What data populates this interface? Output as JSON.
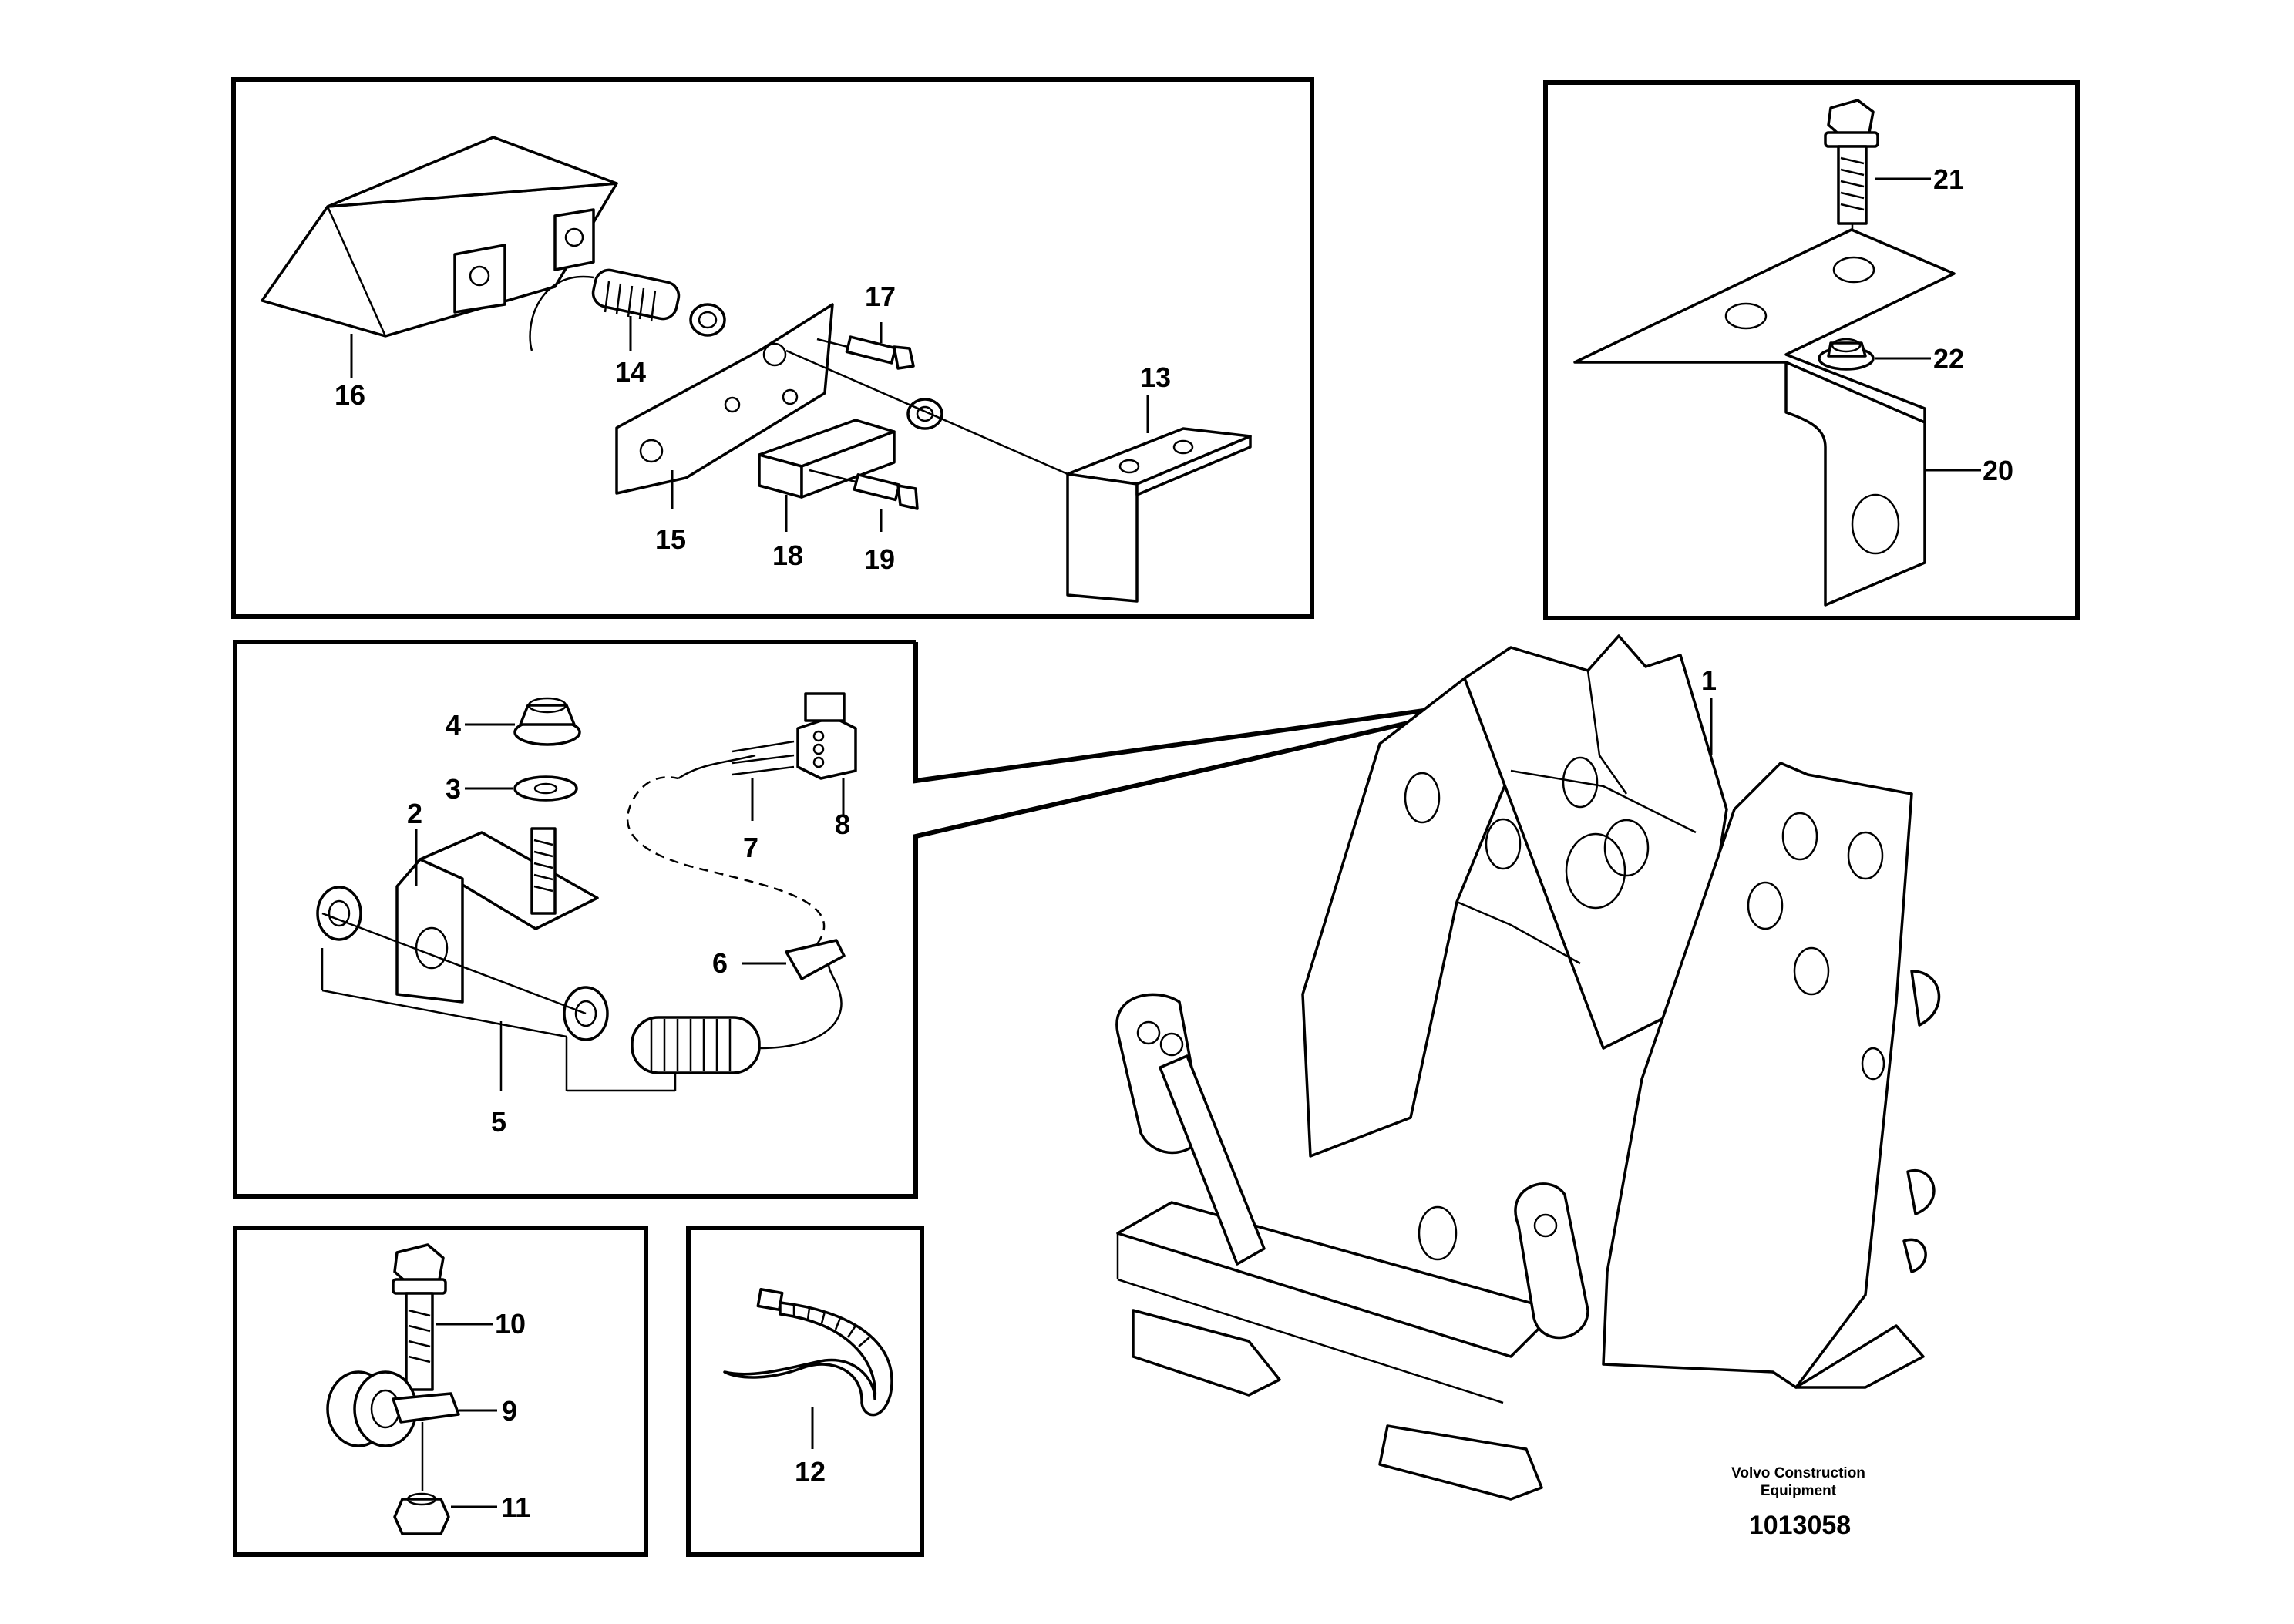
{
  "diagram": {
    "callouts": {
      "c1": "1",
      "c2": "2",
      "c3": "3",
      "c4": "4",
      "c5": "5",
      "c6": "6",
      "c7": "7",
      "c8": "8",
      "c9": "9",
      "c10": "10",
      "c11": "11",
      "c12": "12",
      "c13": "13",
      "c14": "14",
      "c15": "15",
      "c16": "16",
      "c17": "17",
      "c18": "18",
      "c19": "19",
      "c20": "20",
      "c21": "21",
      "c22": "22"
    },
    "brand_line1": "Volvo Construction",
    "brand_line2": "Equipment",
    "document_number": "1013058",
    "line_color": "#000000",
    "background": "#ffffff"
  }
}
